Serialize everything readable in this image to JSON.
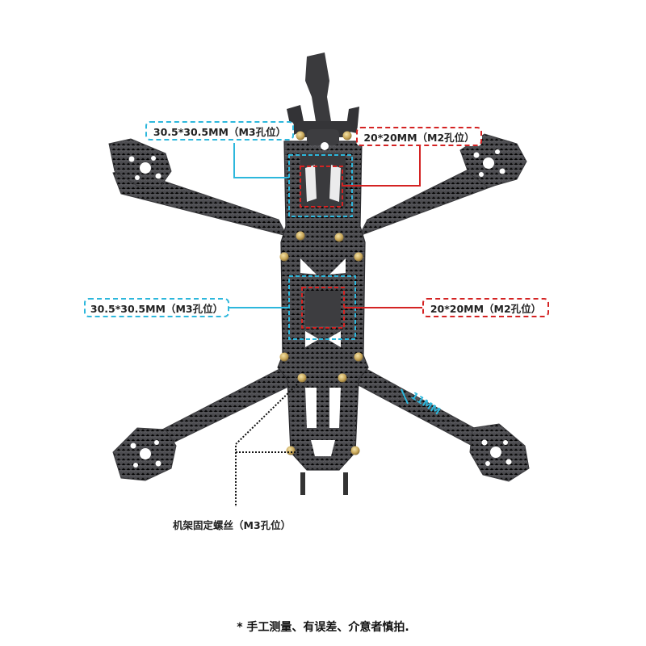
{
  "callouts": {
    "top_blue": "30.5*30.5MM（M3孔位）",
    "top_red": "20*20MM（M2孔位）",
    "mid_blue": "30.5*30.5MM（M3孔位）",
    "mid_red": "20*20MM（M2孔位）",
    "screw_note": "机架固定螺丝（M3孔位）"
  },
  "arm_label": "11MM",
  "footer": "* 手工测量、有误差、介意者慎拍.",
  "colors": {
    "carbon": "#4a4a4d",
    "carbon_light": "#5c5c60",
    "blue_marker": "#2db7dc",
    "red_marker": "#d42323",
    "screw": "#c9a85a"
  }
}
